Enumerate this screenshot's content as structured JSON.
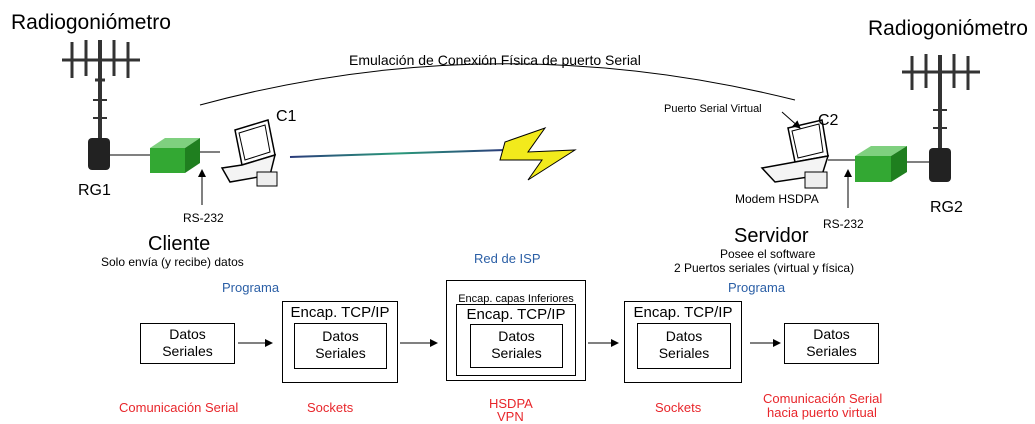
{
  "colors": {
    "red": "#e8262b",
    "blue": "#2b5fa6",
    "device_green": "#33a833",
    "bolt": "#f2ea1c"
  },
  "top": {
    "left_title": "Radiogoniómetro",
    "right_title": "Radiogoniómetro",
    "emulation_label": "Emulación de Conexión Física de puerto Serial"
  },
  "left": {
    "rg_label": "RG1",
    "computer_label": "C1",
    "rs232_label": "RS-232",
    "role": "Cliente",
    "role_desc": "Solo envía (y recibe) datos"
  },
  "right": {
    "rg_label": "RG2",
    "computer_label": "C2",
    "virtual_port_label": "Puerto Serial Virtual",
    "modem_label": "Modem HSDPA",
    "rs232_label": "RS-232",
    "role": "Servidor",
    "role_desc_1": "Posee el software",
    "role_desc_2": "2 Puertos seriales (virtual y física)"
  },
  "pipeline": {
    "left_program": "Programa",
    "isp_title": "Red de ISP",
    "right_program": "Programa",
    "box1": {
      "line1": "Datos",
      "line2": "Seriales"
    },
    "box2": {
      "header": "Encap. TCP/IP",
      "inner_line1": "Datos",
      "inner_line2": "Seriales"
    },
    "box3": {
      "outer_header": "Encap. capas Inferiores",
      "header": "Encap. TCP/IP",
      "inner_line1": "Datos",
      "inner_line2": "Seriales"
    },
    "box4": {
      "header": "Encap. TCP/IP",
      "inner_line1": "Datos",
      "inner_line2": "Seriales"
    },
    "box5": {
      "line1": "Datos",
      "line2": "Seriales"
    }
  },
  "labels_bottom": {
    "l1": "Comunicación Serial",
    "l2": "Sockets",
    "l3_line1": "HSDPA",
    "l3_line2": "VPN",
    "l4": "Sockets",
    "l5_line1": "Comunicación Serial",
    "l5_line2": "hacia puerto virtual"
  }
}
